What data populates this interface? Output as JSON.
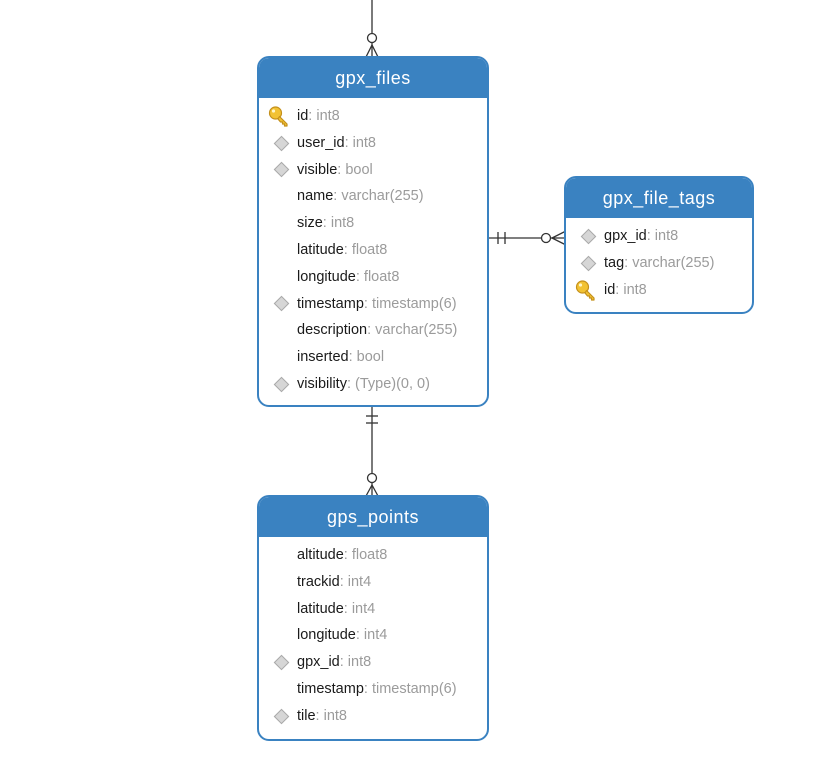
{
  "tables": {
    "gpx_files": {
      "name": "gpx_files",
      "columns": [
        {
          "name": "id",
          "type": ": int8",
          "icon": "primary-key-icon"
        },
        {
          "name": "user_id",
          "type": ": int8",
          "icon": "foreign-key-icon"
        },
        {
          "name": "visible",
          "type": ": bool",
          "icon": "foreign-key-icon"
        },
        {
          "name": "name",
          "type": ": varchar(255)",
          "icon": ""
        },
        {
          "name": "size",
          "type": ": int8",
          "icon": ""
        },
        {
          "name": "latitude",
          "type": ": float8",
          "icon": ""
        },
        {
          "name": "longitude",
          "type": ": float8",
          "icon": ""
        },
        {
          "name": "timestamp",
          "type": ": timestamp(6)",
          "icon": "foreign-key-icon"
        },
        {
          "name": "description",
          "type": ": varchar(255)",
          "icon": ""
        },
        {
          "name": "inserted",
          "type": ": bool",
          "icon": ""
        },
        {
          "name": "visibility",
          "type": ": (Type)(0, 0)",
          "icon": "foreign-key-icon"
        }
      ]
    },
    "gpx_file_tags": {
      "name": "gpx_file_tags",
      "columns": [
        {
          "name": "gpx_id",
          "type": ": int8",
          "icon": "foreign-key-icon"
        },
        {
          "name": "tag",
          "type": ": varchar(255)",
          "icon": "foreign-key-icon"
        },
        {
          "name": "id",
          "type": ": int8",
          "icon": "primary-key-icon"
        }
      ]
    },
    "gps_points": {
      "name": "gps_points",
      "columns": [
        {
          "name": "altitude",
          "type": ": float8",
          "icon": ""
        },
        {
          "name": "trackid",
          "type": ": int4",
          "icon": ""
        },
        {
          "name": "latitude",
          "type": ": int4",
          "icon": ""
        },
        {
          "name": "longitude",
          "type": ": int4",
          "icon": ""
        },
        {
          "name": "gpx_id",
          "type": ": int8",
          "icon": "foreign-key-icon"
        },
        {
          "name": "timestamp",
          "type": ": timestamp(6)",
          "icon": ""
        },
        {
          "name": "tile",
          "type": ": int8",
          "icon": "foreign-key-icon"
        }
      ]
    }
  },
  "colors": {
    "header": "#3a82c1",
    "connector": "#333333",
    "key": "#f2c233"
  }
}
